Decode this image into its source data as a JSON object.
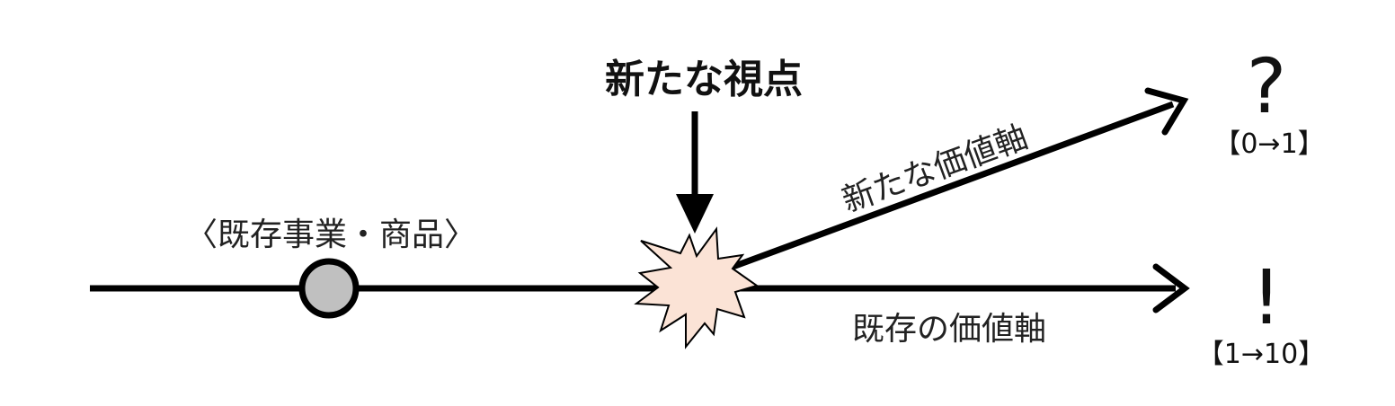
{
  "diagram": {
    "title": "新たな視点",
    "existing_business_label": "〈既存事業・商品〉",
    "new_axis_label": "新たな価値軸",
    "existing_axis_label": "既存の価値軸",
    "new_axis_symbol": "?",
    "new_axis_range": "【0→1】",
    "existing_axis_symbol": "!",
    "existing_axis_range": "【1→10】"
  },
  "colors": {
    "line": "#000000",
    "node_fill": "#c0c0c0",
    "burst_fill": "#fbe3d6"
  }
}
